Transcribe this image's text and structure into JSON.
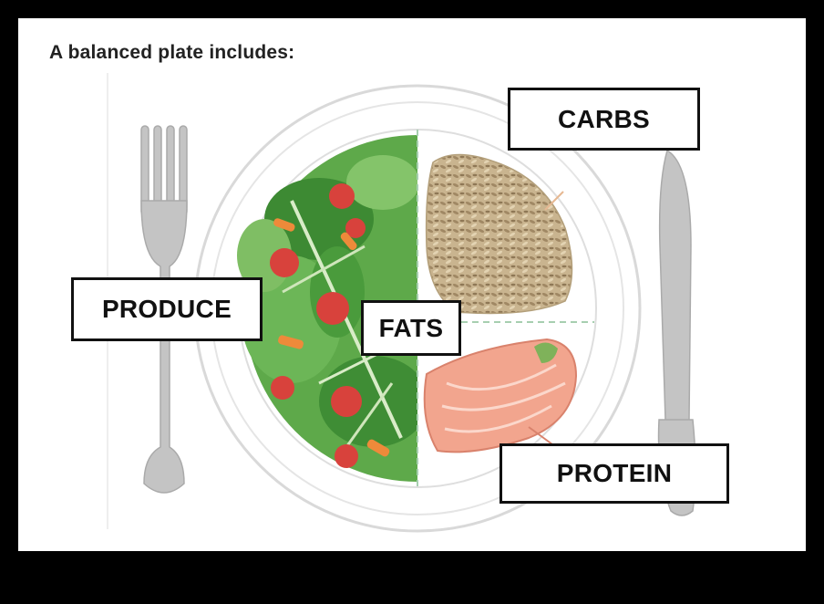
{
  "heading": "A balanced plate includes:",
  "labels": {
    "carbs": "CARBS",
    "produce": "PRODUCE",
    "fats": "FATS",
    "protein": "PROTEIN"
  },
  "colors": {
    "background_frame": "#000000",
    "canvas": "#ffffff",
    "utensils": "#c4c4c4",
    "plate_rim": "#d9d9d9",
    "greens": "#4f9a3c",
    "tomato": "#d8423c",
    "carrot": "#ee8a3a",
    "rice": "#c9b48f",
    "salmon": "#f2a58e",
    "divider": "#a7cfb0"
  },
  "icons": [
    "fork-icon",
    "knife-icon",
    "plate-icon",
    "salad-icon",
    "rice-icon",
    "salmon-icon"
  ]
}
